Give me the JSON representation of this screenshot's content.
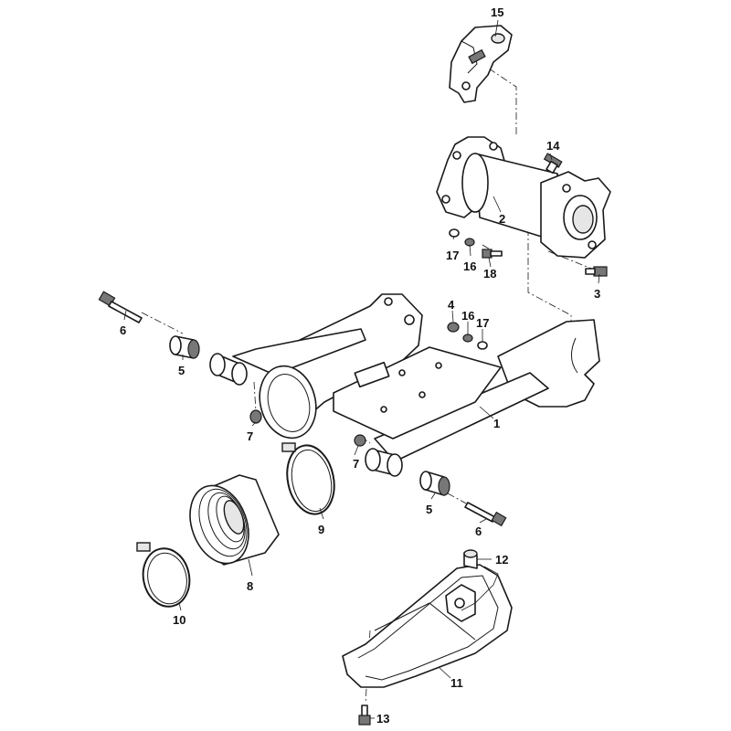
{
  "callouts": [
    {
      "id": "1",
      "label": "1"
    },
    {
      "id": "2",
      "label": "2"
    },
    {
      "id": "3",
      "label": "3"
    },
    {
      "id": "4",
      "label": "4"
    },
    {
      "id": "5a",
      "label": "5"
    },
    {
      "id": "5b",
      "label": "5"
    },
    {
      "id": "6a",
      "label": "6"
    },
    {
      "id": "6b",
      "label": "6"
    },
    {
      "id": "7a",
      "label": "7"
    },
    {
      "id": "7b",
      "label": "7"
    },
    {
      "id": "8",
      "label": "8"
    },
    {
      "id": "9",
      "label": "9"
    },
    {
      "id": "10",
      "label": "10"
    },
    {
      "id": "11",
      "label": "11"
    },
    {
      "id": "12",
      "label": "12"
    },
    {
      "id": "13",
      "label": "13"
    },
    {
      "id": "14",
      "label": "14"
    },
    {
      "id": "15",
      "label": "15"
    },
    {
      "id": "16a",
      "label": "16"
    },
    {
      "id": "16b",
      "label": "16"
    },
    {
      "id": "17a",
      "label": "17"
    },
    {
      "id": "17b",
      "label": "17"
    },
    {
      "id": "18",
      "label": "18"
    }
  ]
}
